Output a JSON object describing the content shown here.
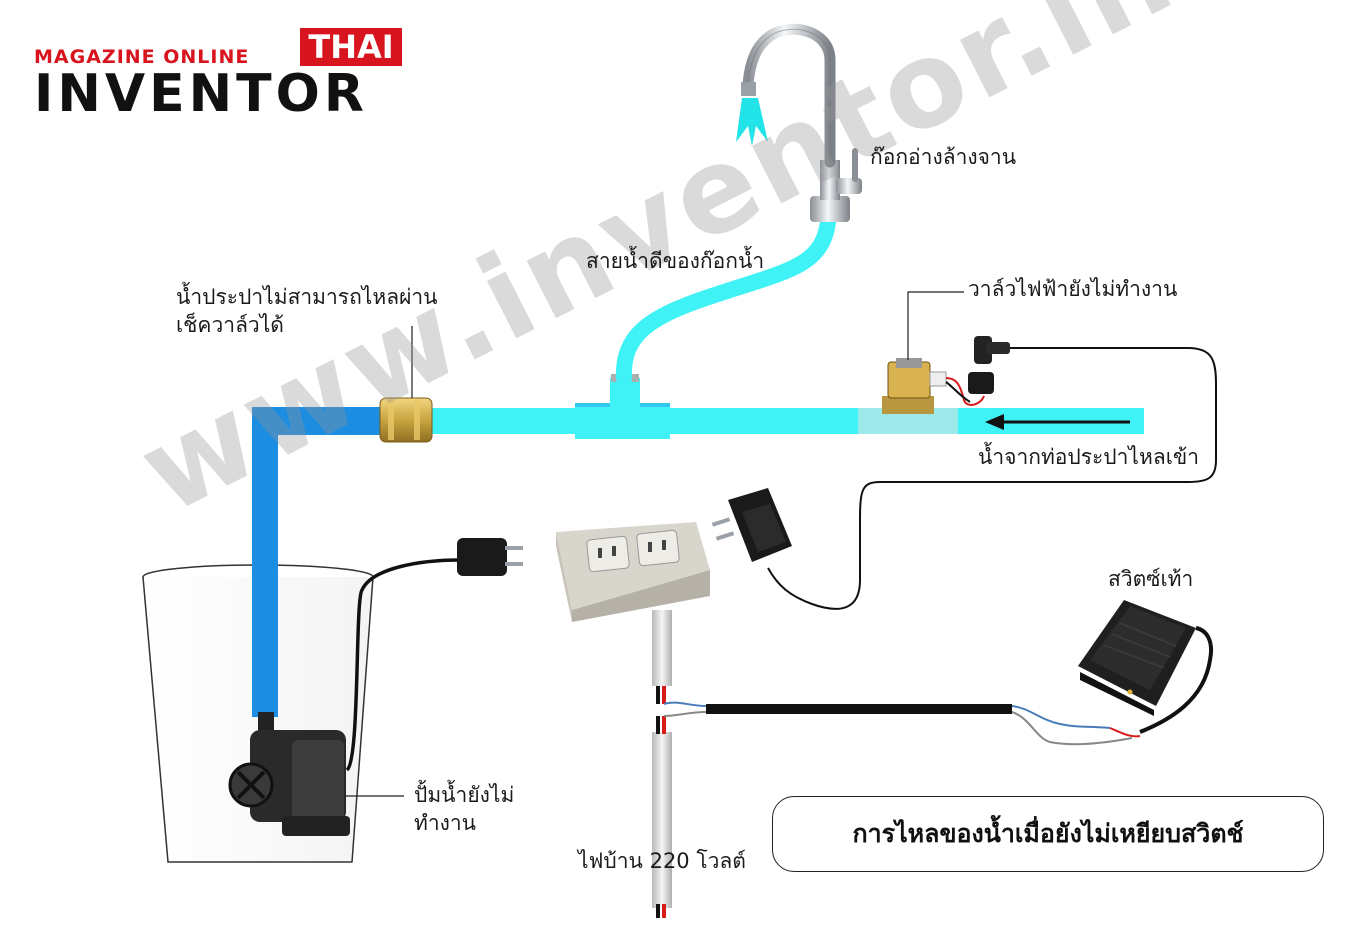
{
  "logo": {
    "magazine": "MAGAZINE ONLINE",
    "thai": "THAI",
    "inventor": "INVENTOR"
  },
  "watermark": "www.inventor.in.th",
  "labels": {
    "faucet": "ก๊อกอ่างล้างจาน",
    "good_water_hose": "สายน้ำดีของก๊อกน้ำ",
    "check_valve_line1": "น้ำประปาไม่สามารถไหลผ่าน",
    "check_valve_line2": "เช็ควาล์วได้",
    "solenoid_valve": "วาล์วไฟฟ้ายังไม่ทำงาน",
    "inlet": "น้ำจากท่อประปาไหลเข้า",
    "foot_switch": "สวิตซ์เท้า",
    "pump_line1": "ปั้มน้ำยังไม่",
    "pump_line2": "ทำงาน",
    "mains": "ไฟบ้าน 220 โวลต์"
  },
  "caption": "การไหลของน้ำเมื่อยังไม่เหยียบสวิตช์",
  "colors": {
    "pipe_cyan": "#3ff2f6",
    "pipe_blue": "#1c8de0",
    "logo_red": "#d8141e",
    "brass": "#c9a440"
  }
}
